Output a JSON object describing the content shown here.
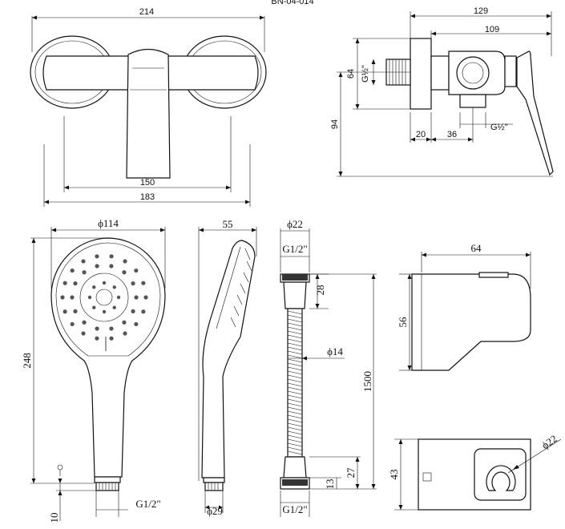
{
  "title": "BN-04-014",
  "mixer_front": {
    "width": "214",
    "inner": "150",
    "outer": "183"
  },
  "mixer_side": {
    "overall": "129",
    "body": "109",
    "height": "94",
    "inlet_span": "64",
    "thread_top": "G½\"",
    "thread_bottom": "G½\"",
    "offset": "20",
    "spacing": "36"
  },
  "hand_shower": {
    "diameter": "ϕ114",
    "length": "248",
    "depth": "55",
    "thread": "G1/2\"",
    "base": "ϕ29",
    "stub": "10"
  },
  "hose": {
    "nut": "ϕ22",
    "thread_top": "G1/2\"",
    "thread_bottom": "G1/2\"",
    "nut_h": "28",
    "diameter": "ϕ14",
    "length": "1500",
    "cone": "27",
    "cone_nut": "13"
  },
  "bracket": {
    "width": "64",
    "height": "56",
    "height2": "43",
    "ring": "ϕ22"
  }
}
